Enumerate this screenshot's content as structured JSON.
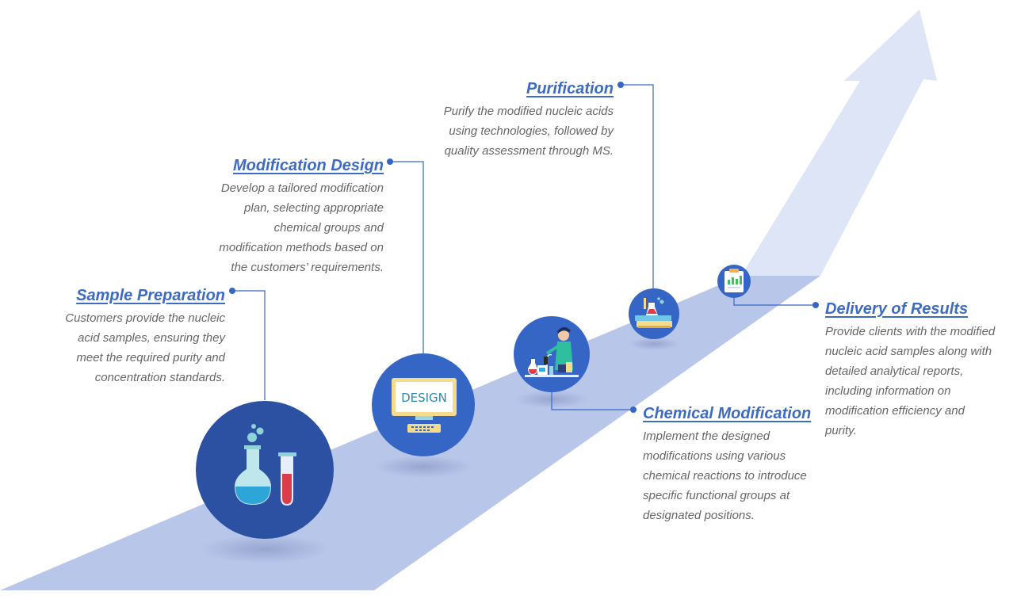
{
  "steps": [
    {
      "id": "sample-preparation",
      "title": "Sample Preparation",
      "description": "Customers provide the nucleic\nacid samples, ensuring they\nmeet the required purity and\nconcentration standards.",
      "icon": "flask-test-tube-icon"
    },
    {
      "id": "modification-design",
      "title": "Modification Design",
      "description": "Develop a tailored modification\nplan, selecting appropriate\nchemical groups and\nmodification methods based on\nthe customers’  requirements.",
      "icon": "design-monitor-icon",
      "icon_text": "DESIGN"
    },
    {
      "id": "chemical-modification",
      "title": "Chemical Modification",
      "description": "Implement the designed\nmodifications using various\nchemical reactions to introduce\nspecific functional groups at\ndesignated positions.",
      "icon": "scientist-lab-icon"
    },
    {
      "id": "purification",
      "title": "Purification",
      "description": "Purify the modified nucleic acids\nusing technologies, followed by\nquality assessment through MS.",
      "icon": "books-flask-icon"
    },
    {
      "id": "delivery-of-results",
      "title": "Delivery of Results",
      "description": "Provide clients with the modified\nnucleic acid samples along with\ndetailed analytical reports,\nincluding information on\nmodification efficiency and\npurity.",
      "icon": "clipboard-chart-icon"
    }
  ],
  "colors": {
    "title": "#3d6bc4",
    "description": "#666666",
    "road": "#b8c6ea",
    "arrow": "#dde5f6",
    "circle_dark": "#2c51a3",
    "circle_mid": "#3566c6",
    "connector": "#3566c6"
  }
}
